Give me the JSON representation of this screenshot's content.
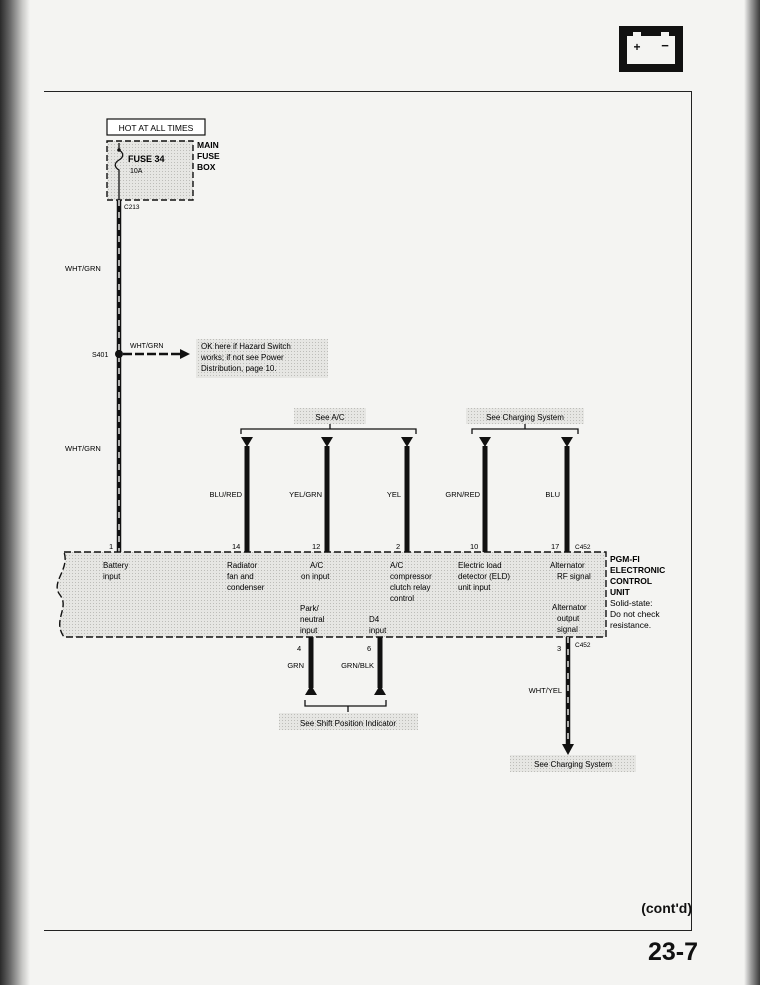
{
  "header": {
    "box_label": "HOT AT ALL TIMES"
  },
  "fuse": {
    "name": "FUSE 34",
    "rating": "10A",
    "box_label": [
      "MAIN",
      "FUSE",
      "BOX"
    ],
    "connector": "C213"
  },
  "wires": {
    "main_upper": "WHT/GRN",
    "splice_branch": "WHT/GRN",
    "main_lower": "WHT/GRN",
    "blu_red": "BLU/RED",
    "yel_grn": "YEL/GRN",
    "yel": "YEL",
    "grn_red": "GRN/RED",
    "blu": "BLU",
    "grn": "GRN",
    "grn_blk": "GRN/BLK",
    "wht_yel": "WHT/YEL"
  },
  "splice": {
    "id": "S401"
  },
  "note": [
    "OK here if Hazard Switch",
    "works; if not see Power",
    "Distribution, page 10."
  ],
  "refs": {
    "see_ac": "See A/C",
    "see_charging_top": "See Charging System",
    "see_shift": "See Shift Position Indicator",
    "see_charging_bottom": "See Charging System"
  },
  "pins": {
    "battery": "1",
    "radiator": "14",
    "ac_on": "12",
    "ac_relay": "2",
    "eld": "10",
    "alt_rf": "17",
    "park_neutral": "4",
    "d4": "6",
    "alt_output": "3"
  },
  "connectors": {
    "top": "C452",
    "bottom": "C452"
  },
  "ecu": {
    "title": [
      "PGM-FI",
      "ELECTRONIC",
      "CONTROL",
      "UNIT"
    ],
    "note": [
      "Solid-state:",
      "Do not check",
      "resistance."
    ],
    "inputs": {
      "battery": [
        "Battery",
        "input"
      ],
      "radiator": [
        "Radiator",
        "fan and",
        "condenser"
      ],
      "ac_on": [
        "A/C",
        "on input"
      ],
      "ac_relay": [
        "A/C",
        "compressor",
        "clutch relay",
        "control"
      ],
      "eld": [
        "Electric load",
        "detector (ELD)",
        "unit input"
      ],
      "alt_rf": [
        "Alternator",
        "RF signal"
      ],
      "park_neutral": [
        "Park/",
        "neutral",
        "input"
      ],
      "d4": [
        "D4",
        "input"
      ],
      "alt_output": [
        "Alternator",
        "output",
        "signal"
      ]
    }
  },
  "footer": {
    "contd": "(cont'd)",
    "page": "23-7"
  }
}
